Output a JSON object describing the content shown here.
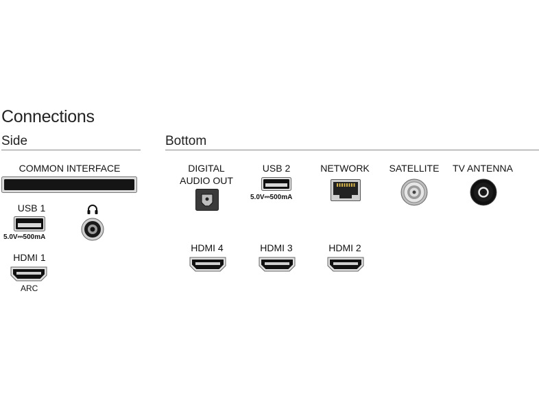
{
  "title": "Connections",
  "side": {
    "label": "Side",
    "common_interface": "COMMON INTERFACE",
    "usb1": {
      "label": "USB 1",
      "spec": "5.0V⎓500mA"
    },
    "hdmi1": {
      "label": "HDMI 1",
      "sub": "ARC"
    },
    "headphone_icon": "headphones-icon"
  },
  "bottom": {
    "label": "Bottom",
    "digital_audio_out": {
      "line1": "DIGITAL",
      "line2": "AUDIO OUT"
    },
    "usb2": {
      "label": "USB 2",
      "spec": "5.0V⎓500mA"
    },
    "network": "NETWORK",
    "satellite": "SATELLITE",
    "tv_antenna": "TV ANTENNA",
    "hdmi4": "HDMI 4",
    "hdmi3": "HDMI 3",
    "hdmi2": "HDMI 2"
  }
}
